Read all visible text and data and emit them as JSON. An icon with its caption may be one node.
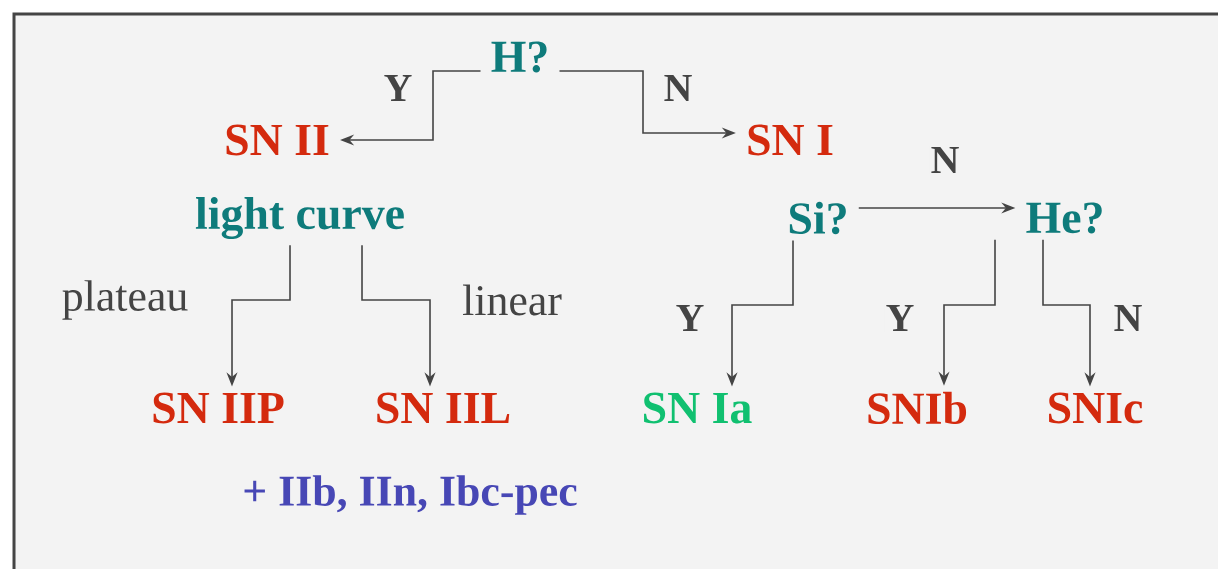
{
  "diagram": {
    "nodes": [
      {
        "text": [
          "H?"
        ]
      },
      {
        "text": [
          "SN II"
        ]
      },
      {
        "text": [
          "SN I"
        ]
      },
      {
        "text": [
          "light curve"
        ]
      },
      {
        "text": [
          "Si?"
        ]
      },
      {
        "text": [
          "He?"
        ]
      },
      {
        "text": [
          "SN IIP"
        ]
      },
      {
        "text": [
          "SN IIL"
        ]
      },
      {
        "text": [
          "SN Ia"
        ]
      },
      {
        "text": [
          "SNIb"
        ]
      },
      {
        "text": [
          "SNIc"
        ]
      }
    ],
    "edges": [
      {
        "from": 0,
        "to": 1,
        "arrow": "to",
        "label": "Y"
      },
      {
        "from": 0,
        "to": 2,
        "arrow": "to",
        "label": "N"
      },
      {
        "from": 4,
        "to": 5,
        "arrow": "to",
        "label": "N"
      },
      {
        "from": 3,
        "to": 6,
        "arrow": "to",
        "label": "plateau"
      },
      {
        "from": 3,
        "to": 7,
        "arrow": "to",
        "label": "linear"
      },
      {
        "from": 4,
        "to": 8,
        "arrow": "to",
        "label": "Y"
      },
      {
        "from": 5,
        "to": 9,
        "arrow": "to",
        "label": "Y"
      },
      {
        "from": 5,
        "to": 10,
        "arrow": "to",
        "label": "N"
      }
    ],
    "labels": [
      "+ IIb, IIn, Ibc-pec"
    ]
  }
}
